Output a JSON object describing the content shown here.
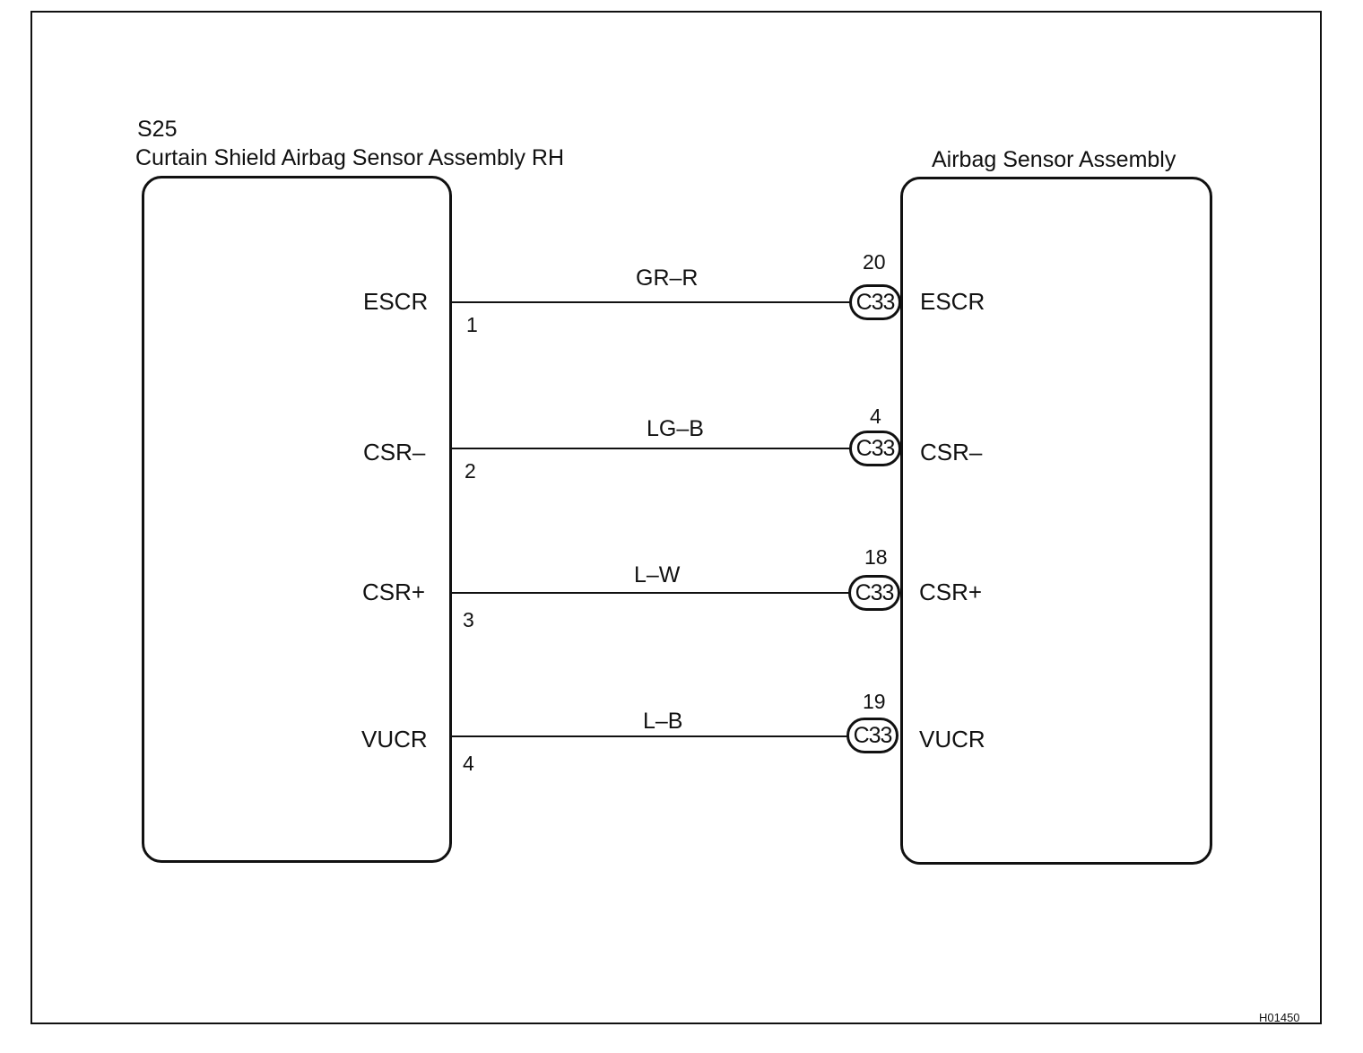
{
  "left_component": {
    "code": "S25",
    "name": "Curtain Shield Airbag Sensor Assembly RH"
  },
  "right_component": {
    "name": "Airbag Sensor Assembly"
  },
  "connector_label": "C33",
  "circuits": [
    {
      "left_terminal": "ESCR",
      "left_pin": "1",
      "wire_color": "GR–R",
      "right_pin": "20",
      "right_terminal": "ESCR"
    },
    {
      "left_terminal": "CSR–",
      "left_pin": "2",
      "wire_color": "LG–B",
      "right_pin": "4",
      "right_terminal": "CSR–"
    },
    {
      "left_terminal": "CSR+",
      "left_pin": "3",
      "wire_color": "L–W",
      "right_pin": "18",
      "right_terminal": "CSR+"
    },
    {
      "left_terminal": "VUCR",
      "left_pin": "4",
      "wire_color": "L–B",
      "right_pin": "19",
      "right_terminal": "VUCR"
    }
  ],
  "figure_code": "H01450"
}
